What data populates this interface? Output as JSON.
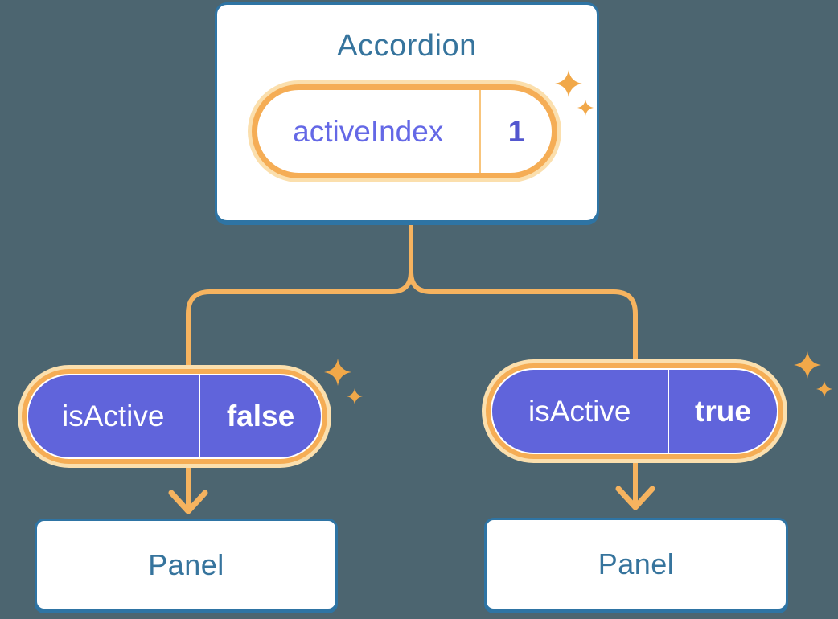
{
  "diagram": {
    "description": "React lifting-state-up diagram: parent component state passed as props to children",
    "background_color": "#4C6570",
    "colors": {
      "card_border_blue": "#2E74A4",
      "card_text_blue": "#36749D",
      "wire_orange": "#F6B35F",
      "pill_border_orange": "#F5AD55",
      "pill_glow": "#FBDFAD",
      "prop_pill_purple": "#6064DB",
      "state_text_purple": "#6468E6",
      "sparkle_orange": "#F1A849"
    },
    "icons": {
      "sparkle_icon": "✦",
      "arrow_down_icon": "↓"
    },
    "root_component": {
      "title": "Accordion",
      "state": {
        "name": "activeIndex",
        "value": "1"
      }
    },
    "branches": [
      {
        "prop_name": "isActive",
        "prop_value": "false",
        "child_title": "Panel"
      },
      {
        "prop_name": "isActive",
        "prop_value": "true",
        "child_title": "Panel"
      }
    ]
  }
}
